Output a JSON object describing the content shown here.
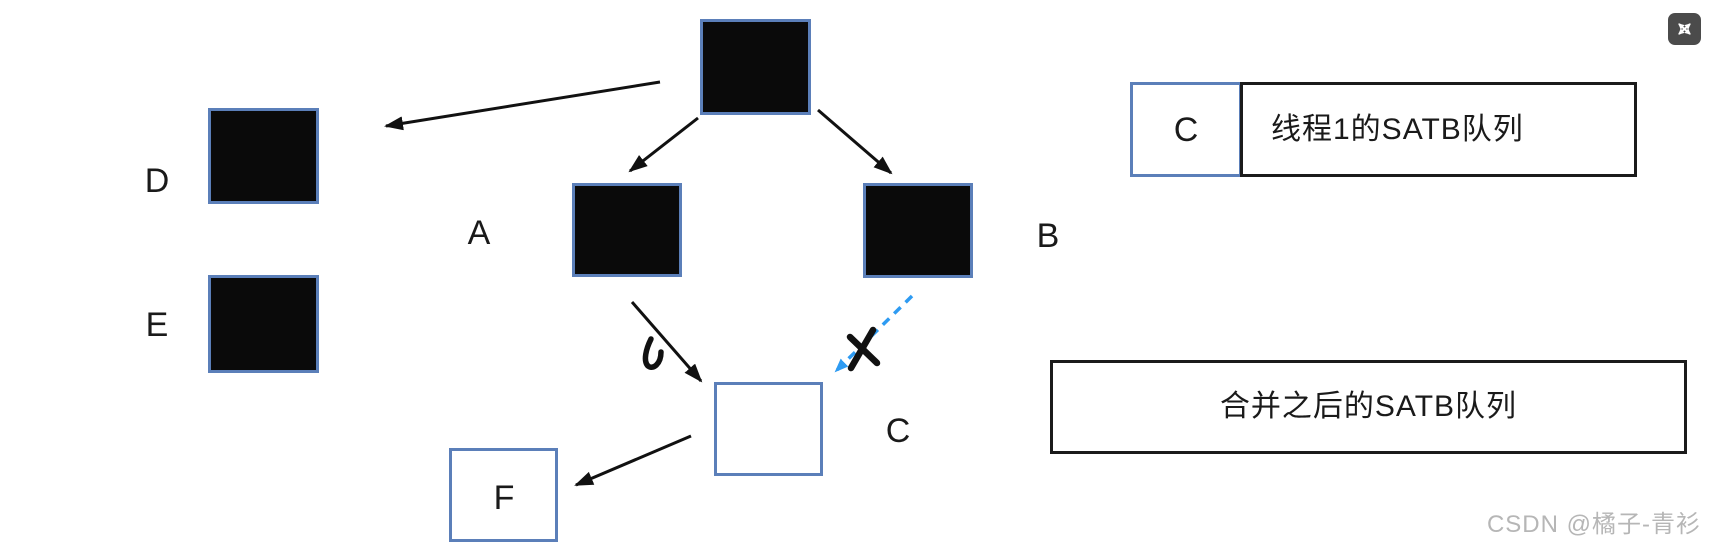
{
  "colors": {
    "background": "#ffffff",
    "node_border": "#5b7fb9",
    "node_fill_black": "#0a0a0a",
    "node_fill_white": "#ffffff",
    "legend_border": "#1b1b1b",
    "arrow": "#111111",
    "dashed_arrow": "#2e9bf2",
    "annotation": "#111111",
    "label": "#1a1a1a",
    "watermark": "#b6b6b6",
    "expand_button_bg": "#4b4b4b",
    "expand_icon": "#ffffff"
  },
  "nodes": {
    "root": {
      "label": "",
      "fill": "black"
    },
    "a": {
      "label": "A",
      "fill": "black"
    },
    "b": {
      "label": "B",
      "fill": "black"
    },
    "c": {
      "label": "C",
      "fill": "white"
    },
    "d": {
      "label": "D",
      "fill": "black"
    },
    "e": {
      "label": "E",
      "fill": "black"
    },
    "f": {
      "label": "F",
      "fill": "white"
    }
  },
  "edges": [
    {
      "name": "root-to-d",
      "from": "root",
      "to": "d-area",
      "style": "solid-black"
    },
    {
      "name": "root-to-a",
      "from": "root",
      "to": "a",
      "style": "solid-black"
    },
    {
      "name": "root-to-b",
      "from": "root",
      "to": "b",
      "style": "solid-black"
    },
    {
      "name": "a-to-c",
      "from": "a",
      "to": "c",
      "style": "solid-black",
      "annotation": "checkmark"
    },
    {
      "name": "b-to-c",
      "from": "b",
      "to": "c",
      "style": "dashed-blue",
      "annotation": "cross-out"
    },
    {
      "name": "c-to-f",
      "from": "c",
      "to": "f",
      "style": "solid-black"
    }
  ],
  "legend": {
    "sample_label": "C",
    "thread_queue_label": "线程1的SATB队列",
    "merged_queue_label": "合并之后的SATB队列"
  },
  "watermark": "CSDN @橘子-青衫"
}
